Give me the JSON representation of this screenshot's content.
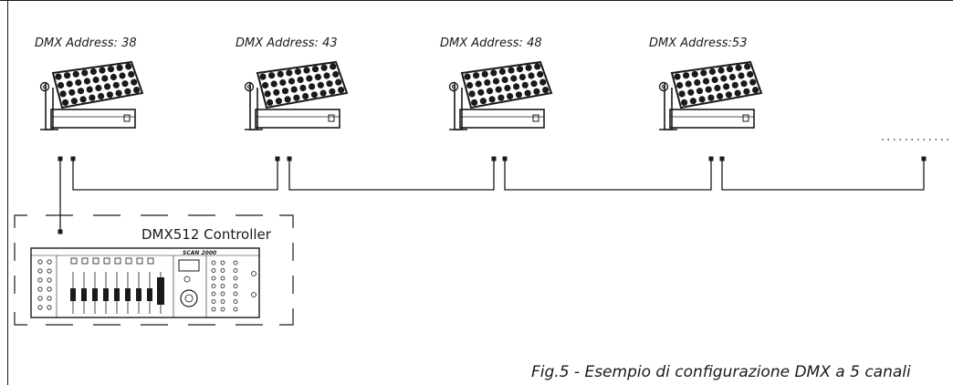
{
  "fixtures": [
    {
      "address_label": "DMX Address: 38"
    },
    {
      "address_label": "DMX Address: 43"
    },
    {
      "address_label": "DMX Address: 48"
    },
    {
      "address_label": "DMX Address:53"
    }
  ],
  "controller": {
    "title": "DMX512 Controller",
    "brand": "SCAN 2000"
  },
  "caption": "Fig.5 - Esempio di configurazione DMX a 5 canali",
  "colors": {
    "line": "#1a1a1a",
    "background": "#ffffff"
  }
}
